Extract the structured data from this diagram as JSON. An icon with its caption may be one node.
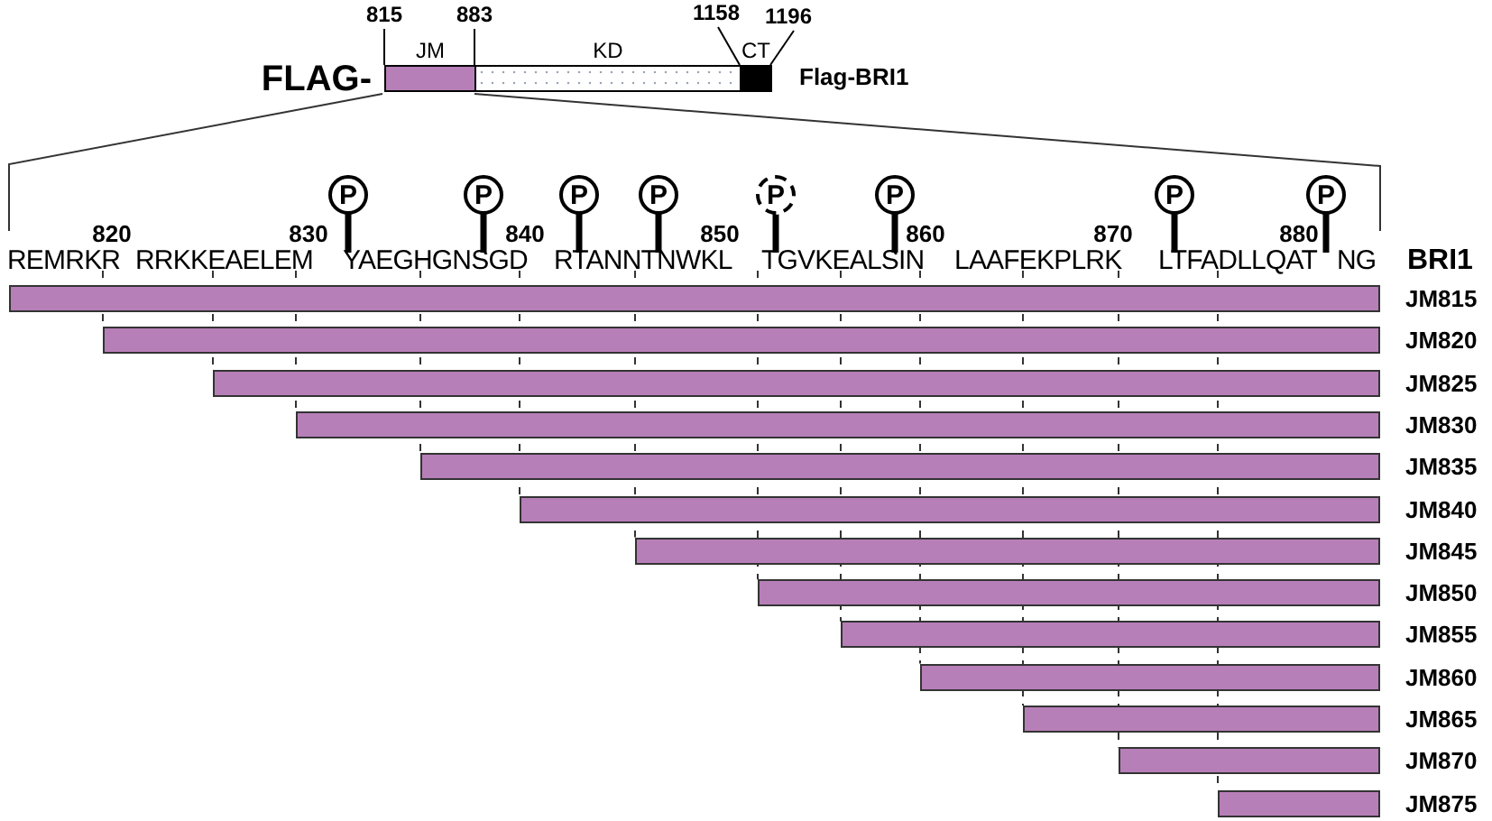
{
  "diagram": {
    "nodes": [
      {
        "text": [
          "JM"
        ]
      },
      {
        "text": [
          "KD"
        ]
      },
      {
        "text": [
          "CT"
        ]
      },
      {
        "text": [],
        "shape": "bar",
        "beside": [
          "JM815"
        ]
      },
      {
        "text": [],
        "shape": "bar",
        "beside": [
          "JM820"
        ]
      },
      {
        "text": [],
        "shape": "bar",
        "beside": [
          "JM825"
        ]
      },
      {
        "text": [],
        "shape": "bar",
        "beside": [
          "JM830"
        ]
      },
      {
        "text": [],
        "shape": "bar",
        "beside": [
          "JM835"
        ]
      },
      {
        "text": [],
        "shape": "bar",
        "beside": [
          "JM840"
        ]
      },
      {
        "text": [],
        "shape": "bar",
        "beside": [
          "JM845"
        ]
      },
      {
        "text": [],
        "shape": "bar",
        "beside": [
          "JM850"
        ]
      },
      {
        "text": [],
        "shape": "bar",
        "beside": [
          "JM855"
        ]
      },
      {
        "text": [],
        "shape": "bar",
        "beside": [
          "JM860"
        ]
      },
      {
        "text": [],
        "shape": "bar",
        "beside": [
          "JM865"
        ]
      },
      {
        "text": [],
        "shape": "bar",
        "beside": [
          "JM870"
        ]
      },
      {
        "text": [],
        "shape": "bar",
        "beside": [
          "JM875"
        ]
      }
    ],
    "labels": [
      "815",
      "883",
      "1158",
      "1196",
      "FLAG-",
      "Flag-BRI1",
      "P",
      "P",
      "P",
      "P",
      "P",
      "P",
      "P",
      "P",
      "820",
      "830",
      "840",
      "850",
      "860",
      "870",
      "880",
      "REMRKR",
      "RRKKEAELEM",
      "YAEGHGNSGD",
      "RTANNTNWKL",
      "TGVKEALSIN",
      "LAAFEKPLRK",
      "LTFADLLQAT",
      "NG",
      "BRI1"
    ]
  }
}
